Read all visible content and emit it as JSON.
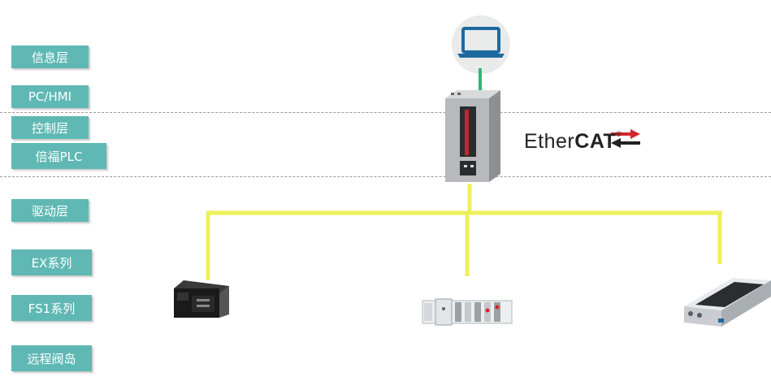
{
  "layers": [
    {
      "id": "info",
      "label": "信息层"
    },
    {
      "id": "pc",
      "label": "PC/HMI"
    },
    {
      "id": "control",
      "label": "控制层"
    },
    {
      "id": "plc",
      "label": "倍福PLC"
    },
    {
      "id": "drive",
      "label": "驱动层"
    },
    {
      "id": "ex",
      "label": "EX系列"
    },
    {
      "id": "fs1",
      "label": "FS1系列"
    },
    {
      "id": "valve",
      "label": "远程阀岛"
    }
  ],
  "ethercat": {
    "text_regular": "Ether",
    "text_bold": "CAT",
    "mark": "®"
  },
  "colors": {
    "label_bg": "#5fb8b4",
    "bus": "#eef05a",
    "link": "#2eb872",
    "pc_icon": "#1d6aa0",
    "arrow_red": "#d7262c"
  },
  "icons": [
    "laptop-icon",
    "plc-controller",
    "ex-servo-drive",
    "fs1-io-module",
    "remote-valve-island"
  ]
}
